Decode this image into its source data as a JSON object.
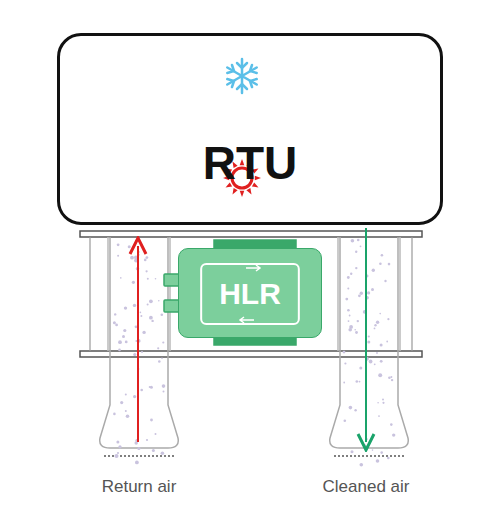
{
  "diagram": {
    "nodes": [
      {
        "text": [
          "RTU"
        ]
      },
      {
        "text": [
          "HLR"
        ]
      }
    ],
    "labels": [
      "Return air",
      "Cleaned air"
    ]
  }
}
